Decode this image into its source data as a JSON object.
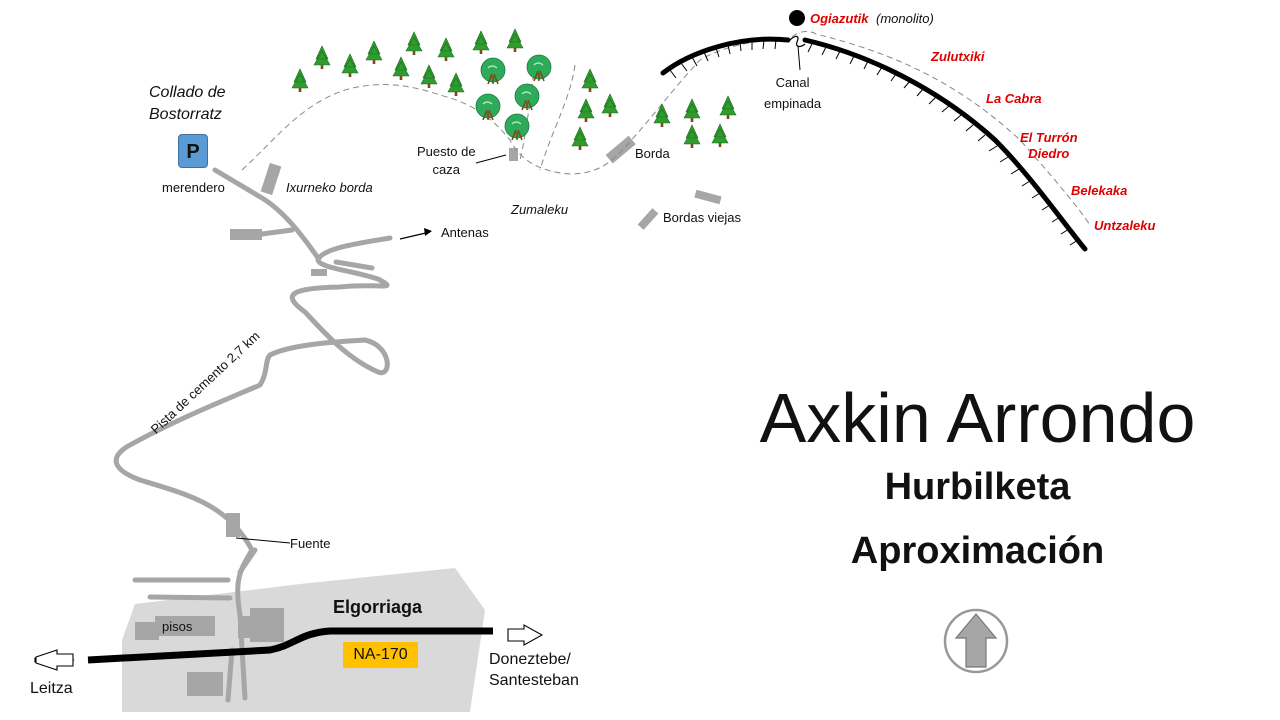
{
  "title": "Axkin Arrondo",
  "subtitle_eu": "Hurbilketa",
  "subtitle_es": "Aproximación",
  "colors": {
    "route_label": "#e00000",
    "parking": "#5b9bd5",
    "road_badge": "#ffc000",
    "tree_conifer": "#2e9d2e",
    "tree_deciduous": "#2eab5a",
    "village_area": "#d9d9d9",
    "building": "#a6a6a6",
    "track": "#a6a6a6"
  },
  "icons": [
    "parking-icon",
    "conifer-tree-icon",
    "deciduous-tree-icon",
    "north-arrow-icon",
    "summit-point-icon"
  ],
  "labels": {
    "collado": "Collado de\nBostorratz",
    "parking": "P",
    "merendero": "merendero",
    "ixurneko": "Ixurneko borda",
    "antenas": "Antenas",
    "pista": "Pista de cemento 2,7 km",
    "fuente": "Fuente",
    "pisos": "pisos",
    "village": "Elgorriaga",
    "road": "NA-170",
    "leitza": "Leitza",
    "doneztebe": "Doneztebe/\nSantesteban",
    "zumaleku": "Zumaleku",
    "puesto": "Puesto de\ncaza",
    "borda": "Borda",
    "bordas_viejas": "Bordas viejas",
    "canal": "Canal\nempinada",
    "summit_name": "Ogiazutik",
    "summit_note": "(monolito)"
  },
  "routes": [
    "Zulutxiki",
    "La Cabra",
    "El Turrón\nDiedro",
    "Belekaka",
    "Untzaleku"
  ]
}
